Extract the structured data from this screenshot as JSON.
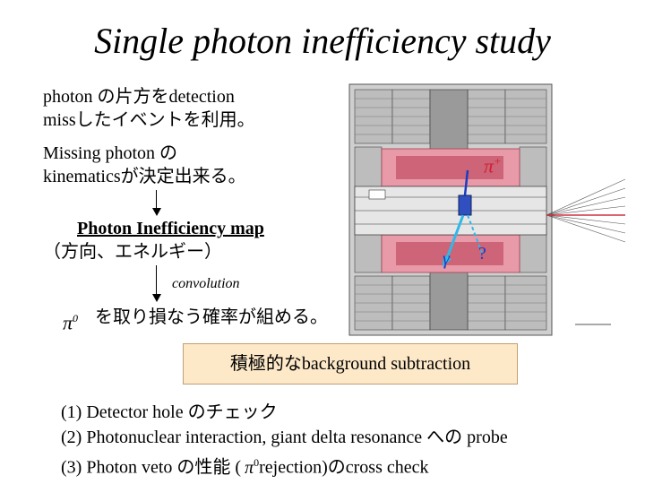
{
  "title": "Single photon inefficiency study",
  "lines": {
    "l1": "photon の片方をdetection",
    "l2": "missしたイベントを利用。",
    "l3": "Missing photon の",
    "l4": "kinematicsが決定出来る。",
    "l5": "Photon Inefficiency map",
    "l6": "（方向、エネルギー）",
    "convolution": "convolution",
    "pi0": "π",
    "pi0_sup": "0",
    "l7": "を取り損なう確率が組める。"
  },
  "detector": {
    "pi_plus": "π",
    "pi_plus_sup": "+",
    "gamma": "γ",
    "question": "?"
  },
  "box": {
    "label": "積極的なbackground subtraction",
    "color": "#fde8c8"
  },
  "list": {
    "item1": "(1) Detector hole のチェック",
    "item2": "(2) Photonuclear interaction, giant delta resonance への probe",
    "item3_a": "(3) Photon veto の性能 (",
    "item3_pi": "π",
    "item3_sup": "0",
    "item3_b": "rejection)のcross check"
  }
}
